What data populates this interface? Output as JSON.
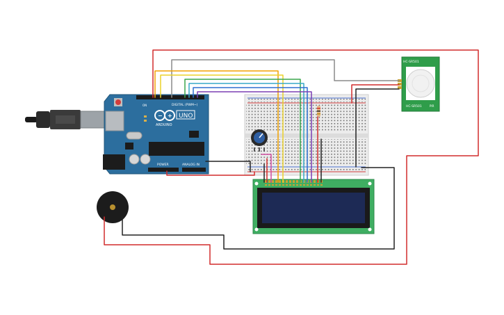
{
  "arduino": {
    "brand": "ARDUINO",
    "model": "UNO",
    "digital_label": "DIGITAL (PWM~)",
    "power_label": "POWER",
    "analog_label": "ANALOG IN",
    "on_label": "ON"
  },
  "pir": {
    "top_label": "HC-SR501",
    "bottom_label": "HC-SR501",
    "side_label": "PIR"
  },
  "colors": {
    "board": "#2c6e9e",
    "wire_red": "#d22c2c",
    "wire_black": "#222222",
    "wire_gray": "#8a8a8a",
    "wire_orange": "#f2a100",
    "wire_yellow": "#ecd22a",
    "wire_green": "#3aa64c",
    "wire_teal": "#36a9c7",
    "wire_blue": "#2d6fd1",
    "wire_purple": "#7b3fb3",
    "lcd_pcb": "#3fae62",
    "lcd_screen": "#1d2a55",
    "pir_pcb": "#2f9d4a",
    "breadboard": "#ececec"
  }
}
